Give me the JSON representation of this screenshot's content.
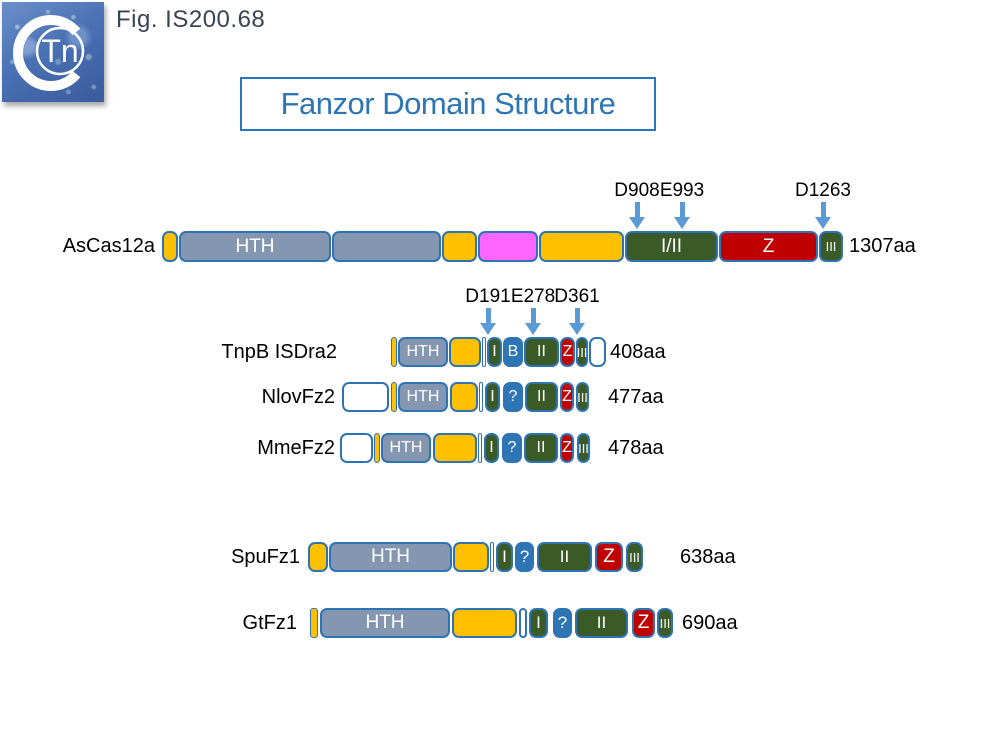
{
  "figure_label": "Fig. IS200.68",
  "logo_text": "Tn",
  "title": "Fanzor Domain Structure",
  "colors": {
    "accent_blue": "#2E75B6",
    "arrow_blue": "#5B9BD5",
    "gold": "#FFC000",
    "gray_blue": "#8496B0",
    "magenta": "#FF66FF",
    "dark_green": "#3A5A27",
    "dark_red": "#C00000",
    "border_blue": "#2E74B5"
  },
  "rows": [
    {
      "name": "AsCas12a",
      "length": "1307aa",
      "segments": [
        {
          "type": "gold",
          "label": ""
        },
        {
          "type": "hth",
          "label": "HTH"
        },
        {
          "type": "gray",
          "label": ""
        },
        {
          "type": "gold",
          "label": ""
        },
        {
          "type": "magenta",
          "label": ""
        },
        {
          "type": "gold",
          "label": ""
        },
        {
          "type": "green",
          "label": "I/II"
        },
        {
          "type": "red",
          "label": "Z"
        },
        {
          "type": "green",
          "label": "III"
        }
      ],
      "annotations": [
        {
          "label": "D908"
        },
        {
          "label": "E993"
        },
        {
          "label": "D1263"
        }
      ]
    },
    {
      "name": "TnpB ISDra2",
      "length": "408aa",
      "segments": [
        {
          "type": "gold",
          "label": ""
        },
        {
          "type": "hth",
          "label": "HTH"
        },
        {
          "type": "gold",
          "label": ""
        },
        {
          "type": "white",
          "label": ""
        },
        {
          "type": "green",
          "label": "I"
        },
        {
          "type": "blue",
          "label": "B"
        },
        {
          "type": "green",
          "label": "II"
        },
        {
          "type": "red",
          "label": "Z"
        },
        {
          "type": "green",
          "label": "III"
        },
        {
          "type": "white",
          "label": ""
        }
      ],
      "annotations": [
        {
          "label": "D191"
        },
        {
          "label": "E278"
        },
        {
          "label": "D361"
        }
      ]
    },
    {
      "name": "NlovFz2",
      "length": "477aa",
      "segments": [
        {
          "type": "white",
          "label": ""
        },
        {
          "type": "gold",
          "label": ""
        },
        {
          "type": "hth",
          "label": "HTH"
        },
        {
          "type": "gold",
          "label": ""
        },
        {
          "type": "white",
          "label": ""
        },
        {
          "type": "green",
          "label": "I"
        },
        {
          "type": "blue",
          "label": "?"
        },
        {
          "type": "green",
          "label": "II"
        },
        {
          "type": "red",
          "label": "Z"
        },
        {
          "type": "green",
          "label": "III"
        }
      ],
      "annotations": []
    },
    {
      "name": "MmeFz2",
      "length": "478aa",
      "segments": [
        {
          "type": "white",
          "label": ""
        },
        {
          "type": "gold",
          "label": ""
        },
        {
          "type": "hth",
          "label": "HTH"
        },
        {
          "type": "gold",
          "label": ""
        },
        {
          "type": "white",
          "label": ""
        },
        {
          "type": "green",
          "label": "I"
        },
        {
          "type": "blue",
          "label": "?"
        },
        {
          "type": "green",
          "label": "II"
        },
        {
          "type": "red",
          "label": "Z"
        },
        {
          "type": "green",
          "label": "III"
        }
      ],
      "annotations": []
    },
    {
      "name": "SpuFz1",
      "length": "638aa",
      "segments": [
        {
          "type": "gold",
          "label": ""
        },
        {
          "type": "hth",
          "label": "HTH"
        },
        {
          "type": "gold",
          "label": ""
        },
        {
          "type": "white",
          "label": ""
        },
        {
          "type": "green",
          "label": "I"
        },
        {
          "type": "blue",
          "label": "?"
        },
        {
          "type": "green",
          "label": "II"
        },
        {
          "type": "red",
          "label": "Z"
        },
        {
          "type": "green",
          "label": "III"
        }
      ],
      "annotations": []
    },
    {
      "name": "GtFz1",
      "length": "690aa",
      "segments": [
        {
          "type": "gold",
          "label": ""
        },
        {
          "type": "hth",
          "label": "HTH"
        },
        {
          "type": "gold",
          "label": ""
        },
        {
          "type": "white",
          "label": ""
        },
        {
          "type": "green",
          "label": "I"
        },
        {
          "type": "blue",
          "label": "?"
        },
        {
          "type": "green",
          "label": "II"
        },
        {
          "type": "red",
          "label": "Z"
        },
        {
          "type": "green",
          "label": "III"
        }
      ],
      "annotations": []
    }
  ]
}
